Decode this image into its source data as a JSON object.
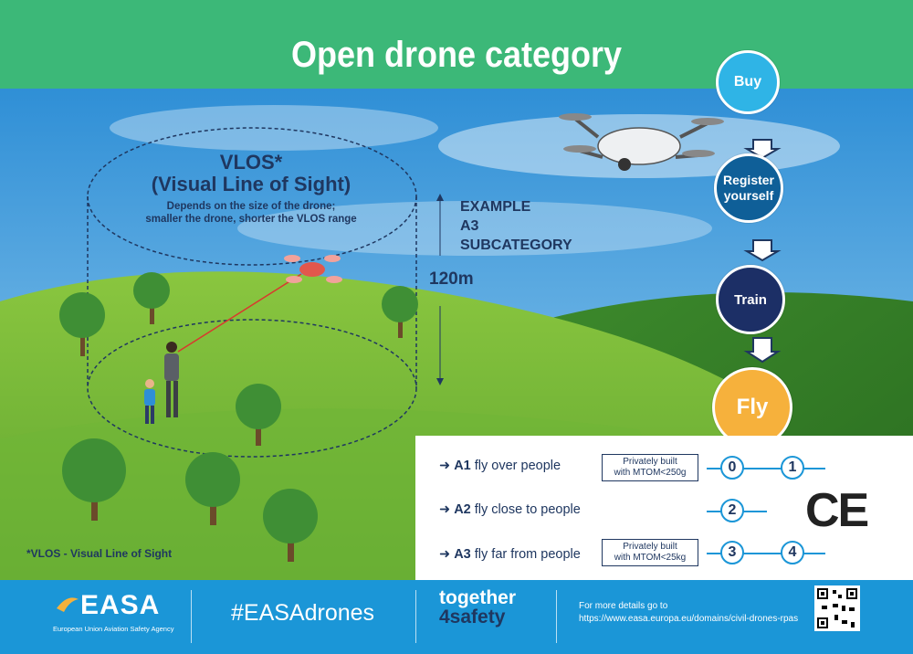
{
  "header": {
    "title": "Open drone category",
    "bg_color": "#3cb878"
  },
  "scene": {
    "vlos_title_line1": "VLOS*",
    "vlos_title_line2": "(Visual Line of Sight)",
    "vlos_desc_line1": "Depends on the size of the drone;",
    "vlos_desc_line2": "smaller the drone, shorter the VLOS range",
    "example_line1": "EXAMPLE",
    "example_line2": "A3",
    "example_line3": "SUBCATEGORY",
    "height_label": "120m",
    "footnote": "*VLOS - Visual Line of Sight"
  },
  "steps": [
    {
      "label": "Buy",
      "color": "#2fb4e6"
    },
    {
      "label_line1": "Register",
      "label_line2": "yourself",
      "color": "#0f5f98"
    },
    {
      "label": "Train",
      "color": "#1c2f66"
    },
    {
      "label": "Fly",
      "color": "#f6b13c"
    }
  ],
  "categories": [
    {
      "code": "A1",
      "text": "fly over people",
      "note_line1": "Privately built",
      "note_line2": "with MTOM<250g",
      "classes": [
        "0",
        "1"
      ]
    },
    {
      "code": "A2",
      "text": "fly close to people",
      "classes": [
        "2"
      ]
    },
    {
      "code": "A3",
      "text": "fly far from people",
      "note_line1": "Privately built",
      "note_line2": "with MTOM<25kg",
      "classes": [
        "3",
        "4"
      ]
    }
  ],
  "ce_mark": "CE",
  "footer": {
    "logo_text": "EASA",
    "logo_subtitle": "European Union Aviation Safety Agency",
    "hashtag": "#EASAdrones",
    "tagline_line1": "together",
    "tagline_line2": "4safety",
    "details_line1": "For more details go to",
    "details_line2": "https://www.easa.europa.eu/domains/civil-drones-rpas",
    "bg_color": "#1b96d7"
  }
}
